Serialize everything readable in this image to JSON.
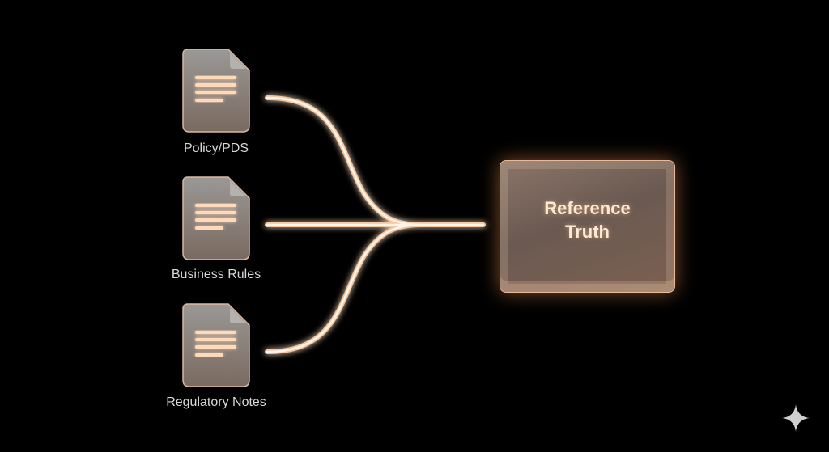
{
  "sources": [
    {
      "label": "Policy/PDS",
      "icon": "document-icon"
    },
    {
      "label": "Business Rules",
      "icon": "document-icon"
    },
    {
      "label": "Regulatory Notes",
      "icon": "document-icon"
    }
  ],
  "target": {
    "line1": "Reference",
    "line2": "Truth"
  },
  "colors": {
    "glow": "#f6c9a0",
    "line": "#fff0df",
    "background": "#000000"
  },
  "watermark": {
    "icon": "sparkle-icon"
  }
}
